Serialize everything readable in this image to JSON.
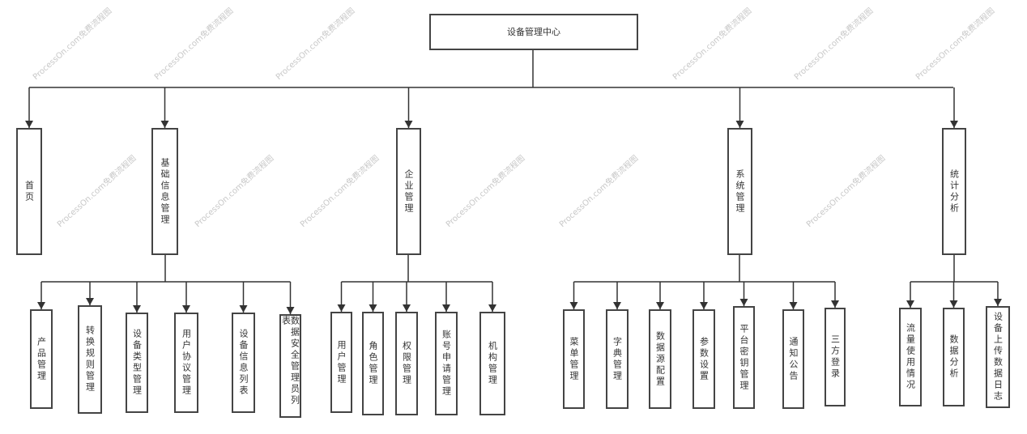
{
  "root": "设备管理中心",
  "level1": [
    "首页",
    "基础信息管理",
    "企业管理",
    "系统管理",
    "统计分析"
  ],
  "basic_info_children": [
    "产品管理",
    "转换规则管理",
    "设备类型管理",
    "用户协议管理",
    "设备信息列表",
    "数据安全管理员列表"
  ],
  "enterprise_children": [
    "用户管理",
    "角色管理",
    "权限管理",
    "账号申请管理",
    "机构管理"
  ],
  "system_children": [
    "菜单管理",
    "字典管理",
    "数据源配置",
    "参数设置",
    "平台密钥管理",
    "通知公告",
    "三方登录"
  ],
  "stats_children": [
    "流量使用情况",
    "数据分析",
    "设备上传数据日志"
  ],
  "watermark": "ProcessOn.com免费流程图",
  "colors": {
    "line": "#444444",
    "watermark": "#cccccc"
  }
}
